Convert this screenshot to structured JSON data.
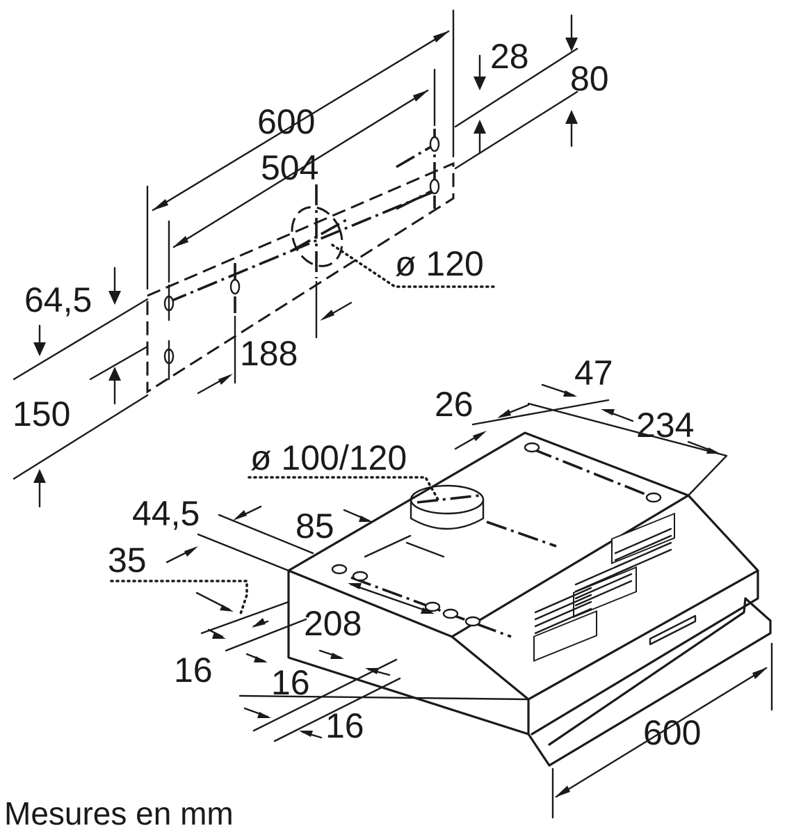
{
  "wall_view": {
    "dim_width_total": "600",
    "dim_hole_span": "504",
    "dim_top_offset": "28",
    "dim_hole_pitch_right": "80",
    "dim_outlet_diameter": "ø 120",
    "dim_left_offset": "64,5",
    "dim_height": "150",
    "dim_outlet_offset": "188"
  },
  "hood_view": {
    "dim_rear_offset": "47",
    "dim_outlet_depth": "26",
    "dim_rear_span": "234",
    "dim_outlet_diameter": "ø 100/120",
    "dim_front_edge": "44,5",
    "dim_front_depth": "85",
    "dim_side_offset": "35",
    "dim_hole_span": "208",
    "dim_spacing_a": "16",
    "dim_spacing_b": "16",
    "dim_spacing_c": "16",
    "dim_width": "600"
  },
  "caption": "Mesures en mm"
}
